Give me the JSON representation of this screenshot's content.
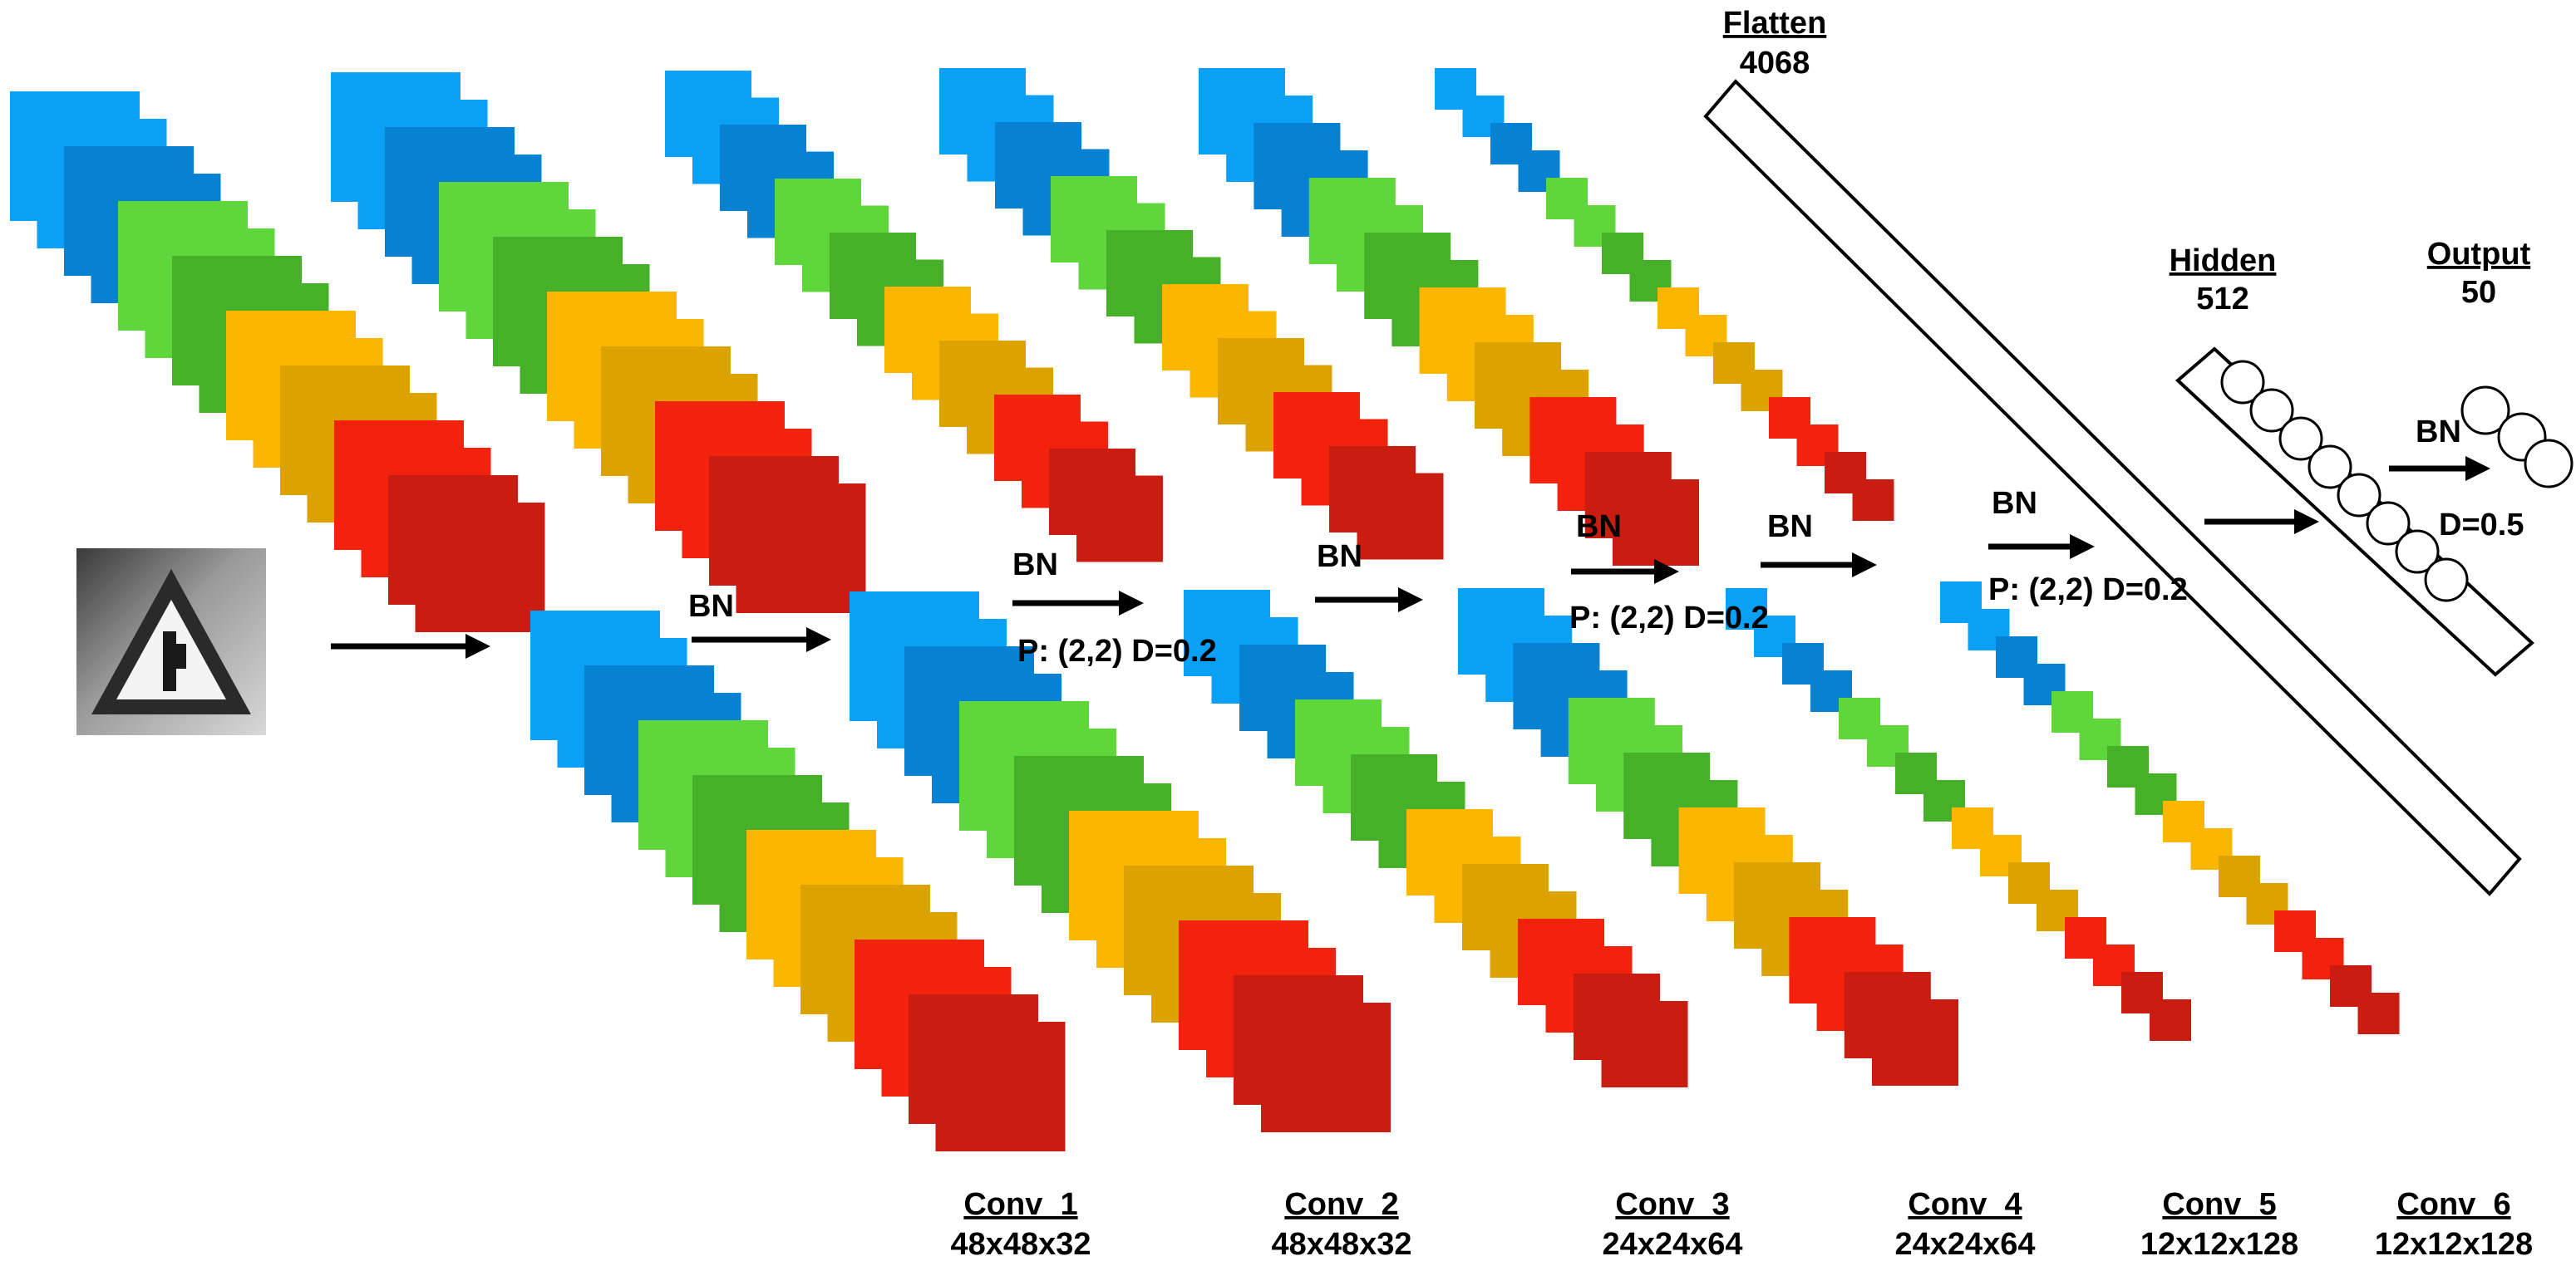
{
  "input": {
    "image_alt": "grayscale traffic sign input image"
  },
  "annotations": {
    "bn": "BN",
    "pool_drop": "P: (2,2) D=0.2",
    "dropout_out": "D=0.5"
  },
  "layers": [
    {
      "title": "Conv_1",
      "dims": "48x48x32"
    },
    {
      "title": "Conv_2",
      "dims": "48x48x32"
    },
    {
      "title": "Conv_3",
      "dims": "24x24x64"
    },
    {
      "title": "Conv_4",
      "dims": "24x24x64"
    },
    {
      "title": "Conv_5",
      "dims": "12x12x128"
    },
    {
      "title": "Conv_6",
      "dims": "12x12x128"
    }
  ],
  "flatten": {
    "title": "Flatten",
    "size": "4068"
  },
  "hidden": {
    "title": "Hidden",
    "size": "512"
  },
  "output": {
    "title": "Output",
    "size": "50"
  },
  "colors": [
    "#0aa0f5",
    "#0782d2",
    "#5fd63c",
    "#46b028",
    "#fbb600",
    "#dca300",
    "#f2220c",
    "#c81d10"
  ]
}
